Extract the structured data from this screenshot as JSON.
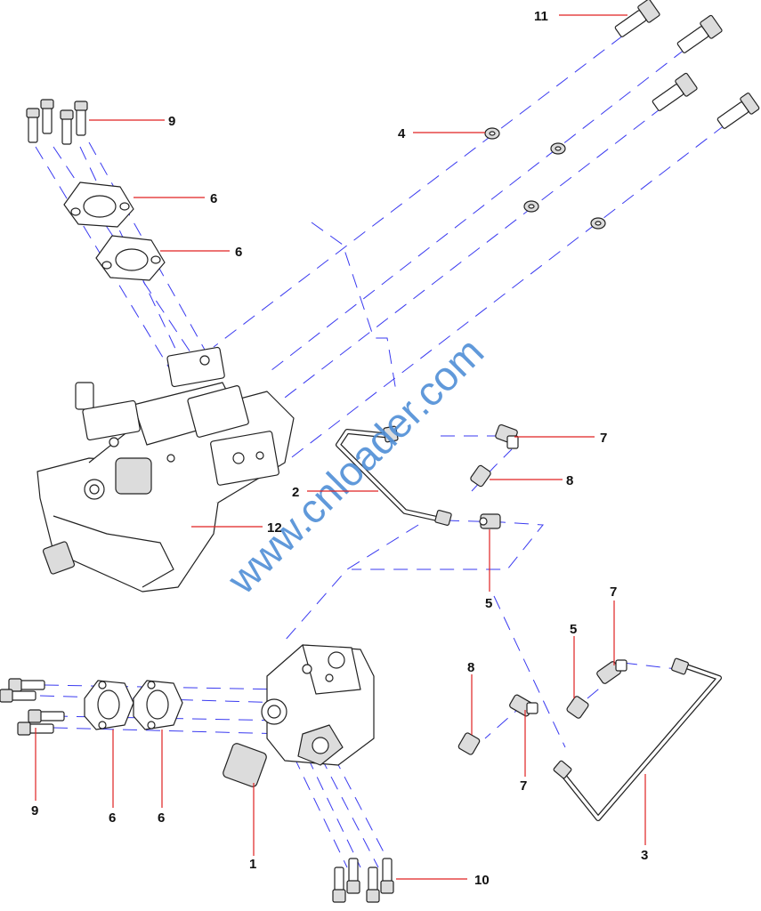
{
  "watermark": "www.cnloader.com",
  "colors": {
    "leader": "#e02020",
    "guide": "#3a3af0",
    "watermark": "#4f8ed6",
    "line": "#222222"
  },
  "callouts": {
    "c11": "11",
    "c9_top": "9",
    "c4": "4",
    "c6_top_a": "6",
    "c6_top_b": "6",
    "c7_mid": "7",
    "c8_mid": "8",
    "c2": "2",
    "c12": "12",
    "c5_mid": "5",
    "c7_right": "7",
    "c5_right": "5",
    "c8_right": "8",
    "c7_bottom": "7",
    "c9_bottom": "9",
    "c6_bottom_a": "6",
    "c6_bottom_b": "6",
    "c1": "1",
    "c3": "3",
    "c10": "10"
  }
}
